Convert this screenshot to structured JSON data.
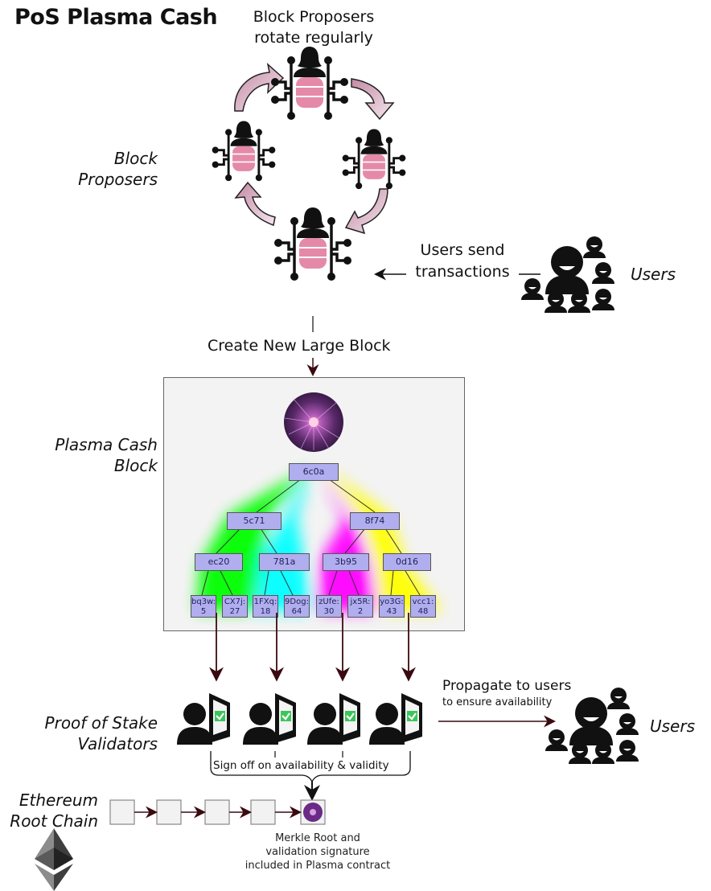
{
  "title": "PoS Plasma Cash",
  "proposers": {
    "heading_line1": "Block Proposers",
    "heading_line2": "rotate regularly",
    "side_label_line1": "Block",
    "side_label_line2": "Proposers",
    "icon": "block-proposer-server-icon",
    "count": 4
  },
  "users_top": {
    "send_line1": "Users send",
    "send_line2": "transactions",
    "label": "Users",
    "icon": "users-group-icon"
  },
  "create_block_label": "Create New Large Block",
  "plasma_block": {
    "side_label_line1": "Plasma Cash",
    "side_label_line2": "Block",
    "orb_icon": "plasma-orb-icon",
    "root": "6c0a",
    "level1": [
      "5c71",
      "8f74"
    ],
    "level2": [
      "ec20",
      "781a",
      "3b95",
      "0d16"
    ],
    "leaves": [
      {
        "id": "bq3w:",
        "value": "5"
      },
      {
        "id": "CX7j:",
        "value": "27"
      },
      {
        "id": "1FXq:",
        "value": "18"
      },
      {
        "id": "9Dog:",
        "value": "64"
      },
      {
        "id": "zUfe:",
        "value": "30"
      },
      {
        "id": "jx5R:",
        "value": "2"
      },
      {
        "id": "yo3G:",
        "value": "43"
      },
      {
        "id": "vcc1:",
        "value": "48"
      }
    ],
    "glow_colors": [
      "#00ff00",
      "#00ffff",
      "#ff00ff",
      "#ffff00"
    ]
  },
  "validators": {
    "label_line1": "Proof of Stake",
    "label_line2": "Validators",
    "count": 4,
    "icon": "validator-laptop-check-icon",
    "sign_off": "Sign off on availability & validity"
  },
  "propagate": {
    "line1": "Propagate to users",
    "line2": "to ensure availability"
  },
  "users_bottom": {
    "label": "Users"
  },
  "root_chain": {
    "label_line1": "Ethereum",
    "label_line2": "Root Chain",
    "blocks": 4,
    "merkle_line1": "Merkle Root and",
    "merkle_line2": "validation signature",
    "merkle_line3": "included in Plasma contract",
    "logo": "ethereum-logo-icon"
  },
  "colors": {
    "arrow_dark": "#3a0a10",
    "db_pink": "#e48aa8",
    "node_fill": "#b0aeee",
    "check_green": "#3cc65a"
  }
}
